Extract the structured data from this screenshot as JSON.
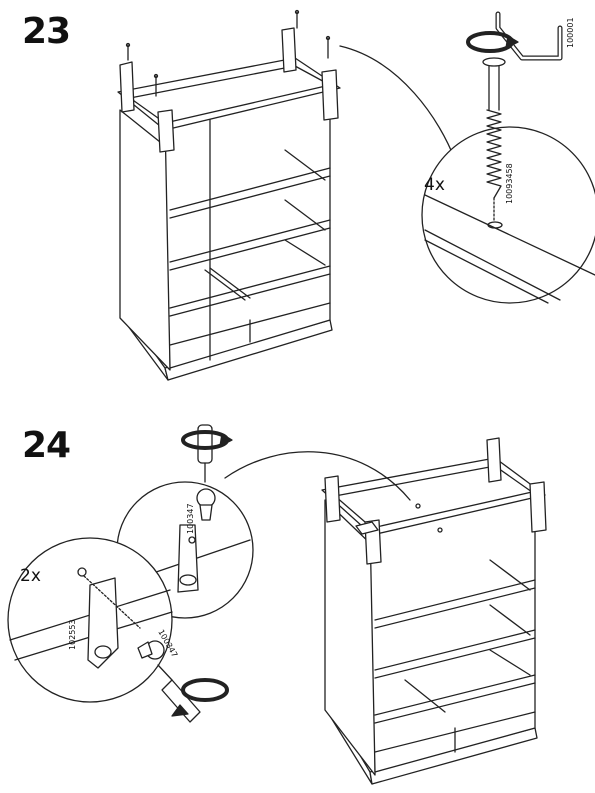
{
  "steps": [
    {
      "number": "23",
      "quantity": "4x",
      "parts": [
        "100001",
        "10093458"
      ]
    },
    {
      "number": "24",
      "quantity": "2x",
      "parts": [
        "100347",
        "102553",
        "100347"
      ]
    }
  ]
}
